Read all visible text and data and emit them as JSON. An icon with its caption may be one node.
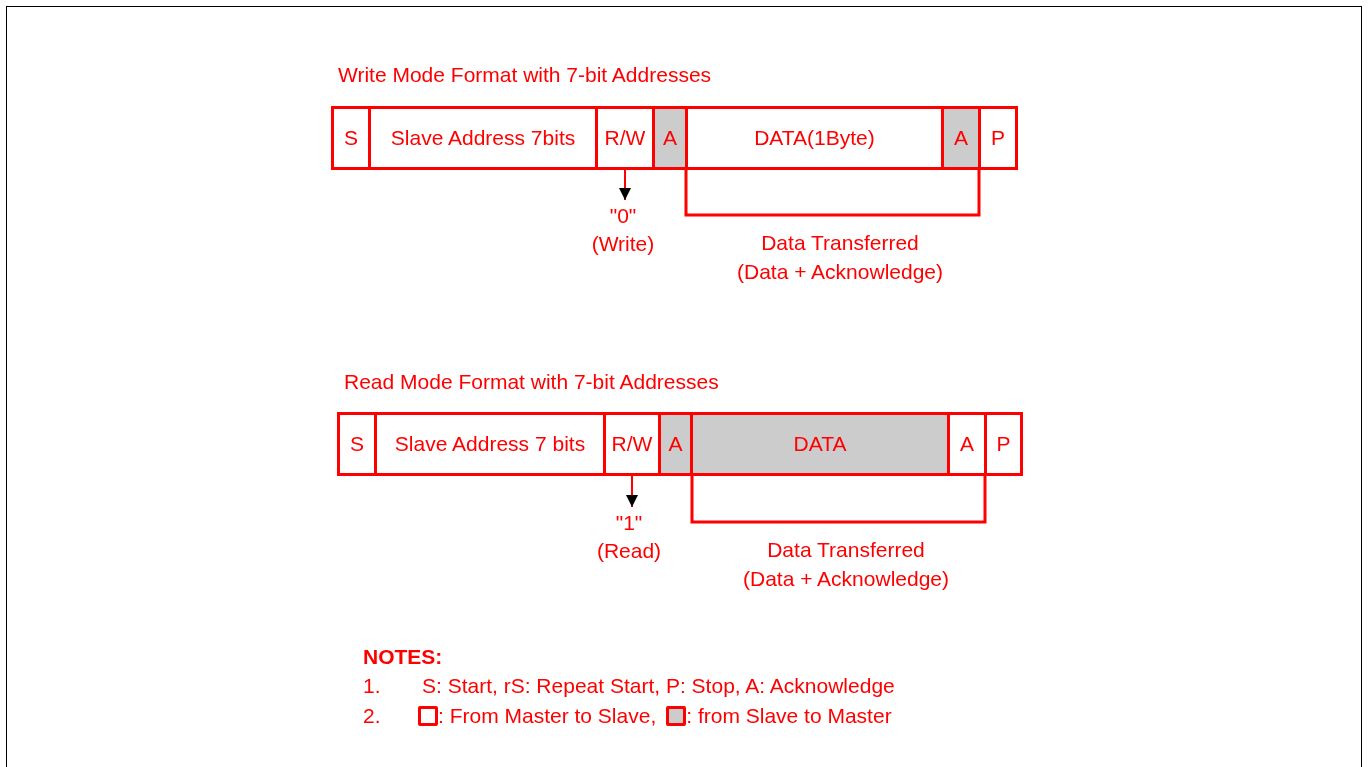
{
  "diagram": {
    "nodes": [
      {
        "text": [
          "S"
        ]
      },
      {
        "text": [
          "Slave Address 7bits"
        ]
      },
      {
        "text": [
          "R/W"
        ]
      },
      {
        "text": [
          "A"
        ]
      },
      {
        "text": [
          "DATA(1Byte)"
        ]
      },
      {
        "text": [
          "A"
        ]
      },
      {
        "text": [
          "P"
        ]
      },
      {
        "text": [
          "\"0\" (Write)"
        ]
      },
      {
        "text": [
          "S"
        ]
      },
      {
        "text": [
          "Slave Address 7 bits"
        ]
      },
      {
        "text": [
          "R/W"
        ]
      },
      {
        "text": [
          "A"
        ]
      },
      {
        "text": [
          "DATA"
        ]
      },
      {
        "text": [
          "A"
        ]
      },
      {
        "text": [
          "P"
        ]
      },
      {
        "text": [
          "\"1\" (Read)"
        ]
      }
    ],
    "edges": [
      {
        "from": 2,
        "to": 7,
        "arrow": "to"
      },
      {
        "from": 10,
        "to": 15,
        "arrow": "to"
      }
    ],
    "labels": [
      "Write Mode Format with 7-bit Addresses",
      "Data Transferred (Data + Acknowledge)",
      "Read Mode Format with 7-bit Addresses",
      "Data Transferred (Data + Acknowledge)",
      "NOTES:",
      "1.",
      "S: Start, rS: Repeat Start, P: Stop, A: Acknowledge",
      "2."
    ],
    "legend": [
      {
        "text": ": From Master to Slave,"
      },
      {
        "text": ": from Slave to Master",
        "color": "#cccccc"
      }
    ]
  }
}
